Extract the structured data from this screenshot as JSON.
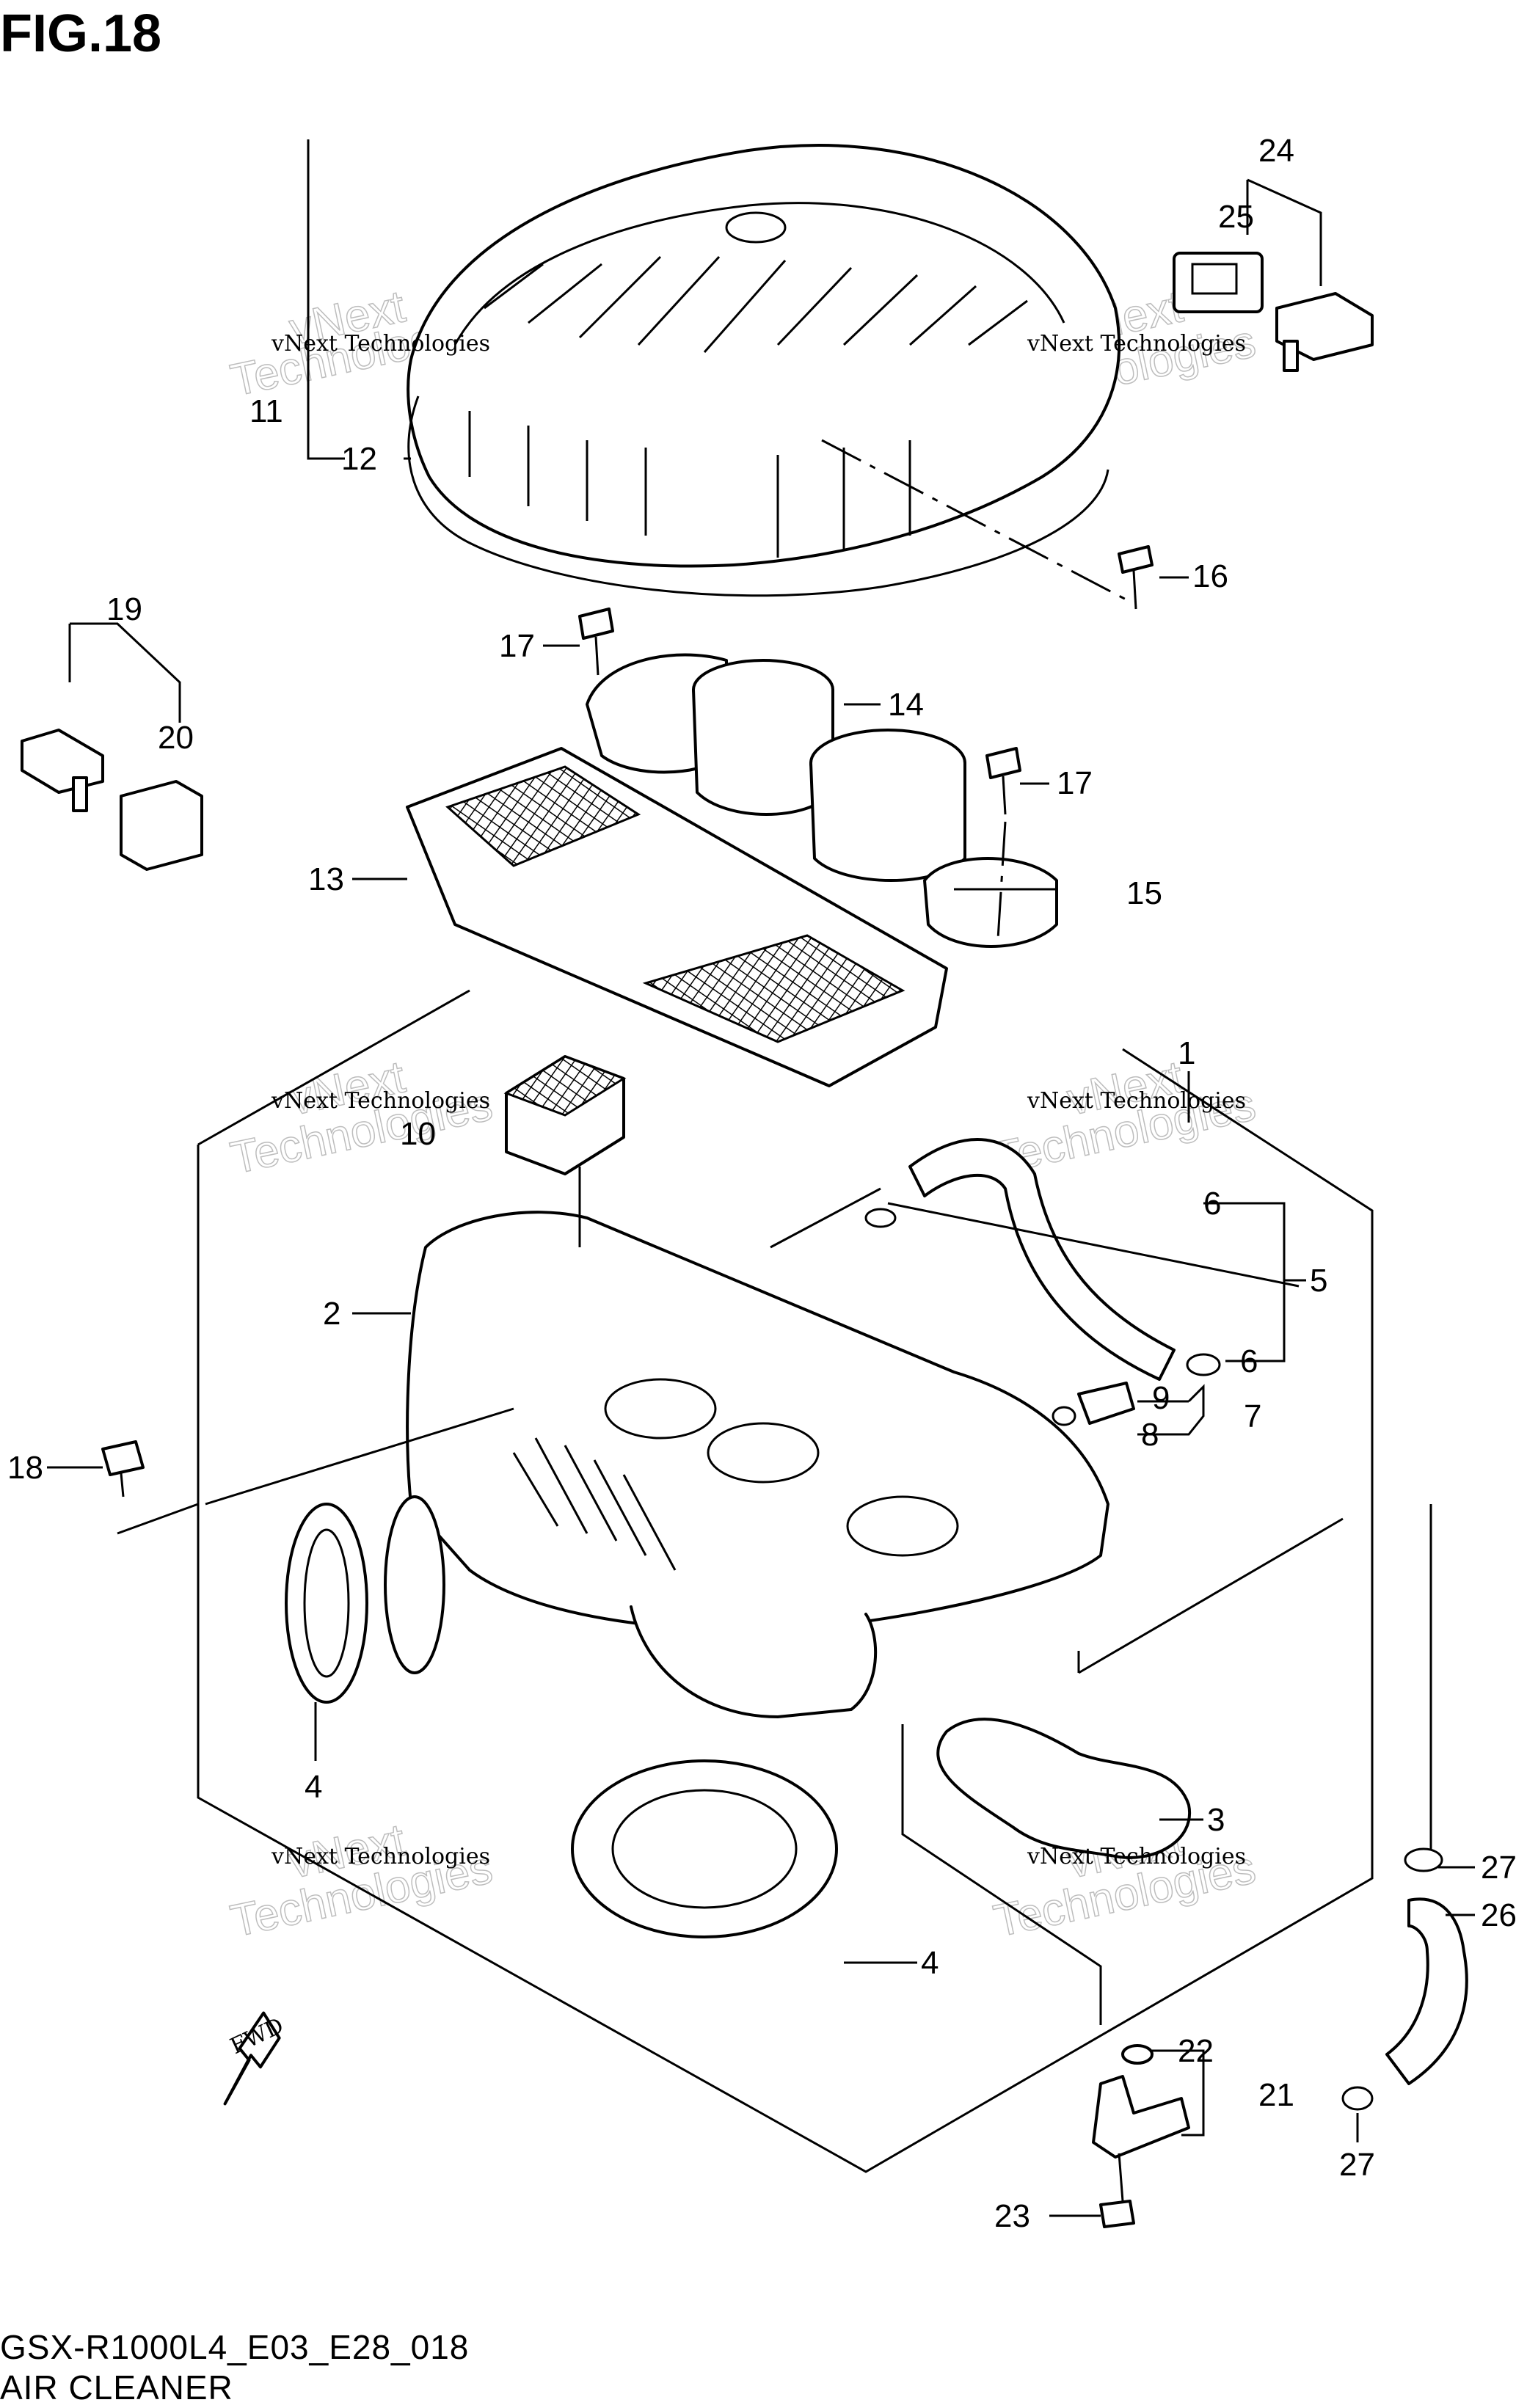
{
  "figure_title": "FIG.18",
  "footer": {
    "code": "GSX-R1000L4_E03_E28_018",
    "name": "AIR CLEANER"
  },
  "watermark": {
    "line1": "vNext",
    "line2": "Technologies",
    "small": "vNext Technologies"
  },
  "direction_badge": "FWD",
  "callouts": {
    "p1": "1",
    "p2": "2",
    "p3": "3",
    "p4a": "4",
    "p4b": "4",
    "p5": "5",
    "p6a": "6",
    "p6b": "6",
    "p7": "7",
    "p8": "8",
    "p9": "9",
    "p10": "10",
    "p11": "11",
    "p12": "12",
    "p13": "13",
    "p14": "14",
    "p15": "15",
    "p16": "16",
    "p17a": "17",
    "p17b": "17",
    "p18": "18",
    "p19": "19",
    "p20": "20",
    "p21": "21",
    "p22": "22",
    "p23": "23",
    "p24": "24",
    "p25": "25",
    "p26": "26",
    "p27a": "27",
    "p27b": "27"
  }
}
